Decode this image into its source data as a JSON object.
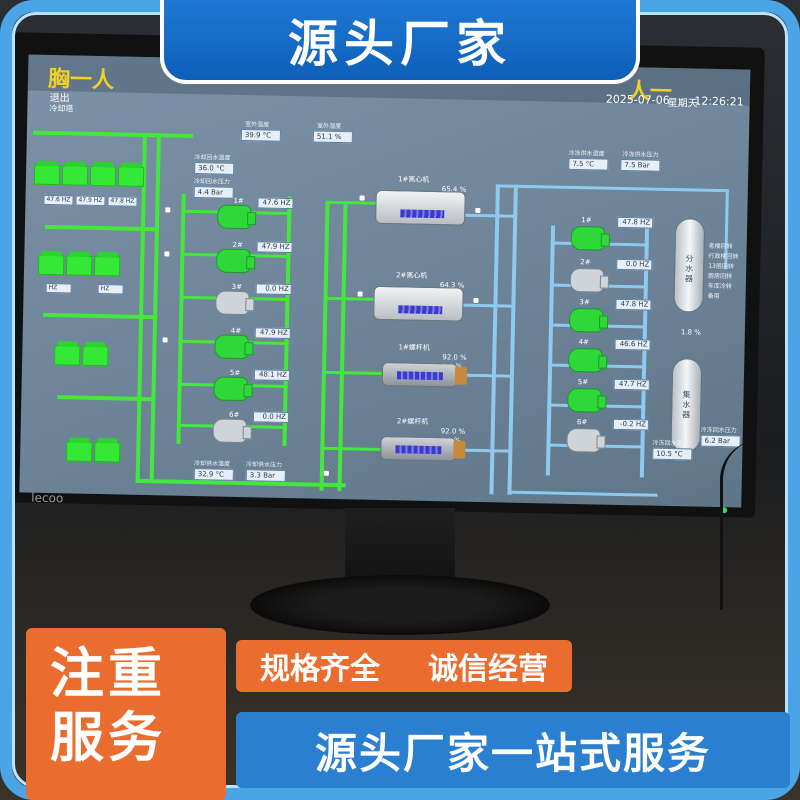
{
  "banner": {
    "top_title": "源头厂家"
  },
  "scada": {
    "title_left": "胸一人",
    "title_right": "人一",
    "exit_label": "退出",
    "tower_label": "冷却塔",
    "date": "2025-07-06",
    "weekday": "星期天",
    "time": "12:26:21",
    "top_readouts": [
      {
        "label": "室外温度",
        "value": "39.9 °C"
      },
      {
        "label": "室外湿度",
        "value": "51.1 %"
      },
      {
        "label": "冷却回水温度",
        "value": "36.0 °C"
      },
      {
        "label": "冷却回水压力",
        "value": "4.4 Bar"
      },
      {
        "label": "冷冻供水温度",
        "value": "7.5 °C"
      },
      {
        "label": "冷冻供水压力",
        "value": "7.5 Bar"
      }
    ],
    "bottom_readouts": [
      {
        "label": "冷却供水温度",
        "value": "32.9 °C"
      },
      {
        "label": "冷却供水压力",
        "value": "3.3 Bar"
      },
      {
        "label": "冷冻回水温度",
        "value": "10.5 °C"
      },
      {
        "label": "冷冻回水压力",
        "value": "6.2 Bar"
      }
    ],
    "tower_hz": [
      "47.6 HZ",
      "47.9 HZ",
      "47.8 HZ",
      "HZ",
      "HZ"
    ],
    "cooling_pumps": [
      {
        "name": "1#",
        "hz": "47.6 HZ"
      },
      {
        "name": "2#",
        "hz": "47.9 HZ"
      },
      {
        "name": "3#",
        "hz": "0.0 HZ"
      },
      {
        "name": "4#",
        "hz": "47.9 HZ"
      },
      {
        "name": "5#",
        "hz": "48.1 HZ"
      },
      {
        "name": "6#",
        "hz": "0.0 HZ"
      }
    ],
    "chillers": [
      {
        "name": "1#离心机",
        "pct": "65.4 %"
      },
      {
        "name": "2#离心机",
        "pct": "64.3 %"
      },
      {
        "name": "1#螺杆机",
        "pct1": "92.0 %",
        "pct2": "0.0 %"
      },
      {
        "name": "2#螺杆机",
        "pct1": "92.0 %",
        "pct2": "0.0 %"
      }
    ],
    "chilled_pumps": [
      {
        "name": "1#",
        "hz": "47.8 HZ"
      },
      {
        "name": "2#",
        "hz": "0.0 HZ"
      },
      {
        "name": "3#",
        "hz": "47.8 HZ"
      },
      {
        "name": "4#",
        "hz": "46.6 HZ"
      },
      {
        "name": "5#",
        "hz": "47.7 HZ"
      },
      {
        "name": "6#",
        "hz": "-0.2 HZ"
      }
    ],
    "manifold_top": "分水器",
    "manifold_bottom": "集水器",
    "bypass_pct": "1.8 %",
    "branch_legend": [
      "老楼回转",
      "行政楼回转",
      "13层回转",
      "厨房回转",
      "车库冷转",
      "备用"
    ]
  },
  "monitor_brand": "lecoo",
  "promo": {
    "box_line1": "注重",
    "box_line2": "服务",
    "slogan_a": "规格齐全",
    "slogan_b": "诚信经营",
    "bottom_text": "源头厂家一站式服务"
  },
  "colors": {
    "frame_blue": "#4aa4e6",
    "banner_blue": "#1e78d4",
    "promo_orange": "#ea6d2f",
    "pipe_green": "#43e83c",
    "pipe_blue": "#8ec9f0",
    "title_yellow": "#f0d024"
  }
}
